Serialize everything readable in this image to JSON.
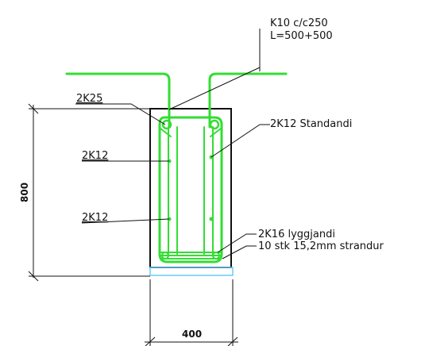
{
  "labels": {
    "k10_line1": "K10 c/c250",
    "k10_line2": "L=500+500",
    "k25": "2K25",
    "k12_top": "2K12",
    "k12_bottom": "2K12",
    "k12_standandi": "2K12 Standandi",
    "k16_lyggjandi": "2K16 lyggjandi",
    "strandur": "10 stk 15,2mm strandur"
  },
  "dimensions": {
    "height": "800",
    "width": "400"
  },
  "colors": {
    "rebar": "#33dd33",
    "outline": "#111111",
    "base_pad": "#66ccff"
  }
}
